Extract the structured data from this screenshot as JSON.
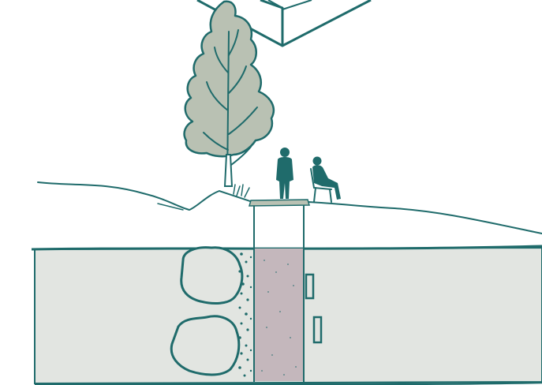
{
  "colors": {
    "ink": "#1f6b6b",
    "ground": "#e2e5e1",
    "foliage": "#b9c1b3",
    "column": "#c4b7bc",
    "background": "#ffffff"
  },
  "elements": {
    "structure": "overhead-box",
    "tree": "poplar-tree",
    "people": [
      "standing-figure",
      "seated-figure"
    ],
    "boulders": 2,
    "openings": 2
  }
}
